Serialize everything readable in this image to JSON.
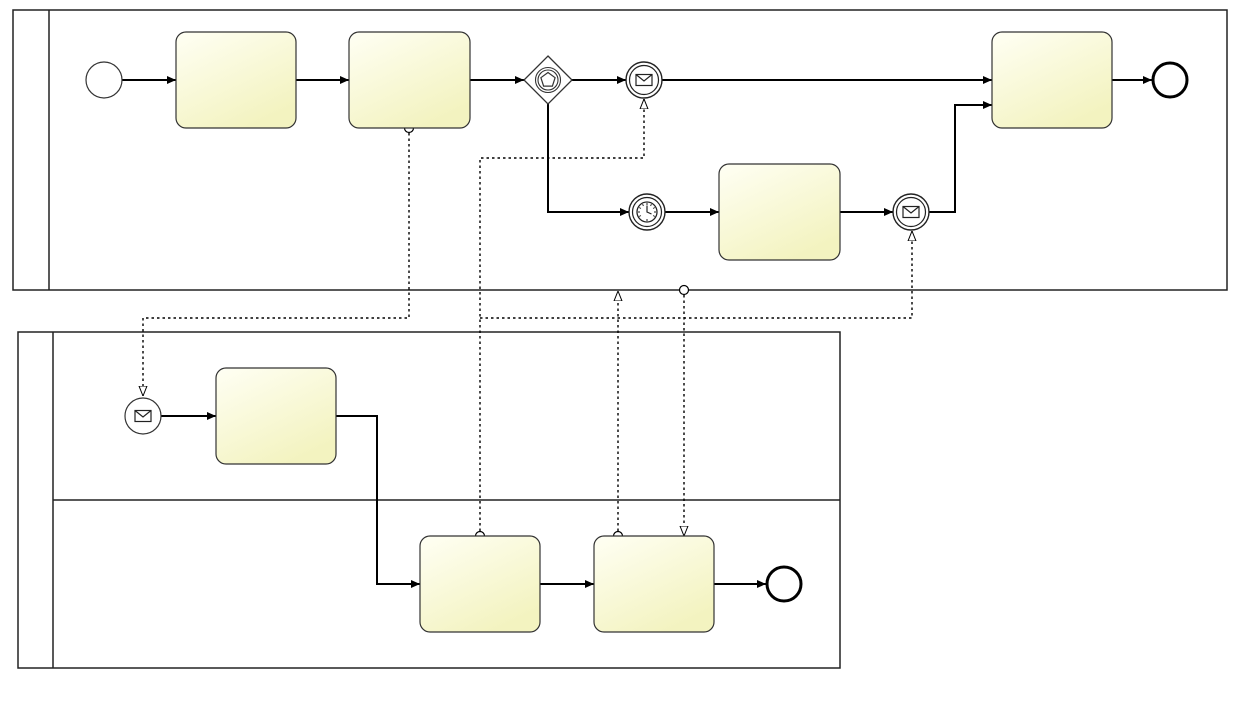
{
  "diagram": {
    "kind": "bpmn-collaboration",
    "colors": {
      "task_fill_top": "#fffff4",
      "task_fill_bottom": "#f3f3c0",
      "stroke": "#222222",
      "background": "#ffffff"
    },
    "pools": [
      {
        "name": "pool-upper",
        "label": "",
        "lanes": [
          ""
        ]
      },
      {
        "name": "pool-lower",
        "label": "",
        "lanes": [
          "",
          ""
        ]
      }
    ],
    "tasks": [
      {
        "name": "task-1",
        "label": ""
      },
      {
        "name": "task-2",
        "label": ""
      },
      {
        "name": "task-3",
        "label": ""
      },
      {
        "name": "task-4",
        "label": ""
      },
      {
        "name": "task-5",
        "label": ""
      },
      {
        "name": "task-6",
        "label": ""
      },
      {
        "name": "task-7",
        "label": ""
      }
    ],
    "events": [
      {
        "name": "start-event",
        "type": "start"
      },
      {
        "name": "message-catch-event-1",
        "type": "intermediate-message"
      },
      {
        "name": "timer-event",
        "type": "intermediate-timer"
      },
      {
        "name": "message-catch-event-2",
        "type": "intermediate-message"
      },
      {
        "name": "end-event-upper",
        "type": "end"
      },
      {
        "name": "message-start-event",
        "type": "message-start"
      },
      {
        "name": "end-event-lower",
        "type": "end"
      }
    ],
    "gateways": [
      {
        "name": "event-based-gateway",
        "type": "event-based"
      }
    ]
  }
}
